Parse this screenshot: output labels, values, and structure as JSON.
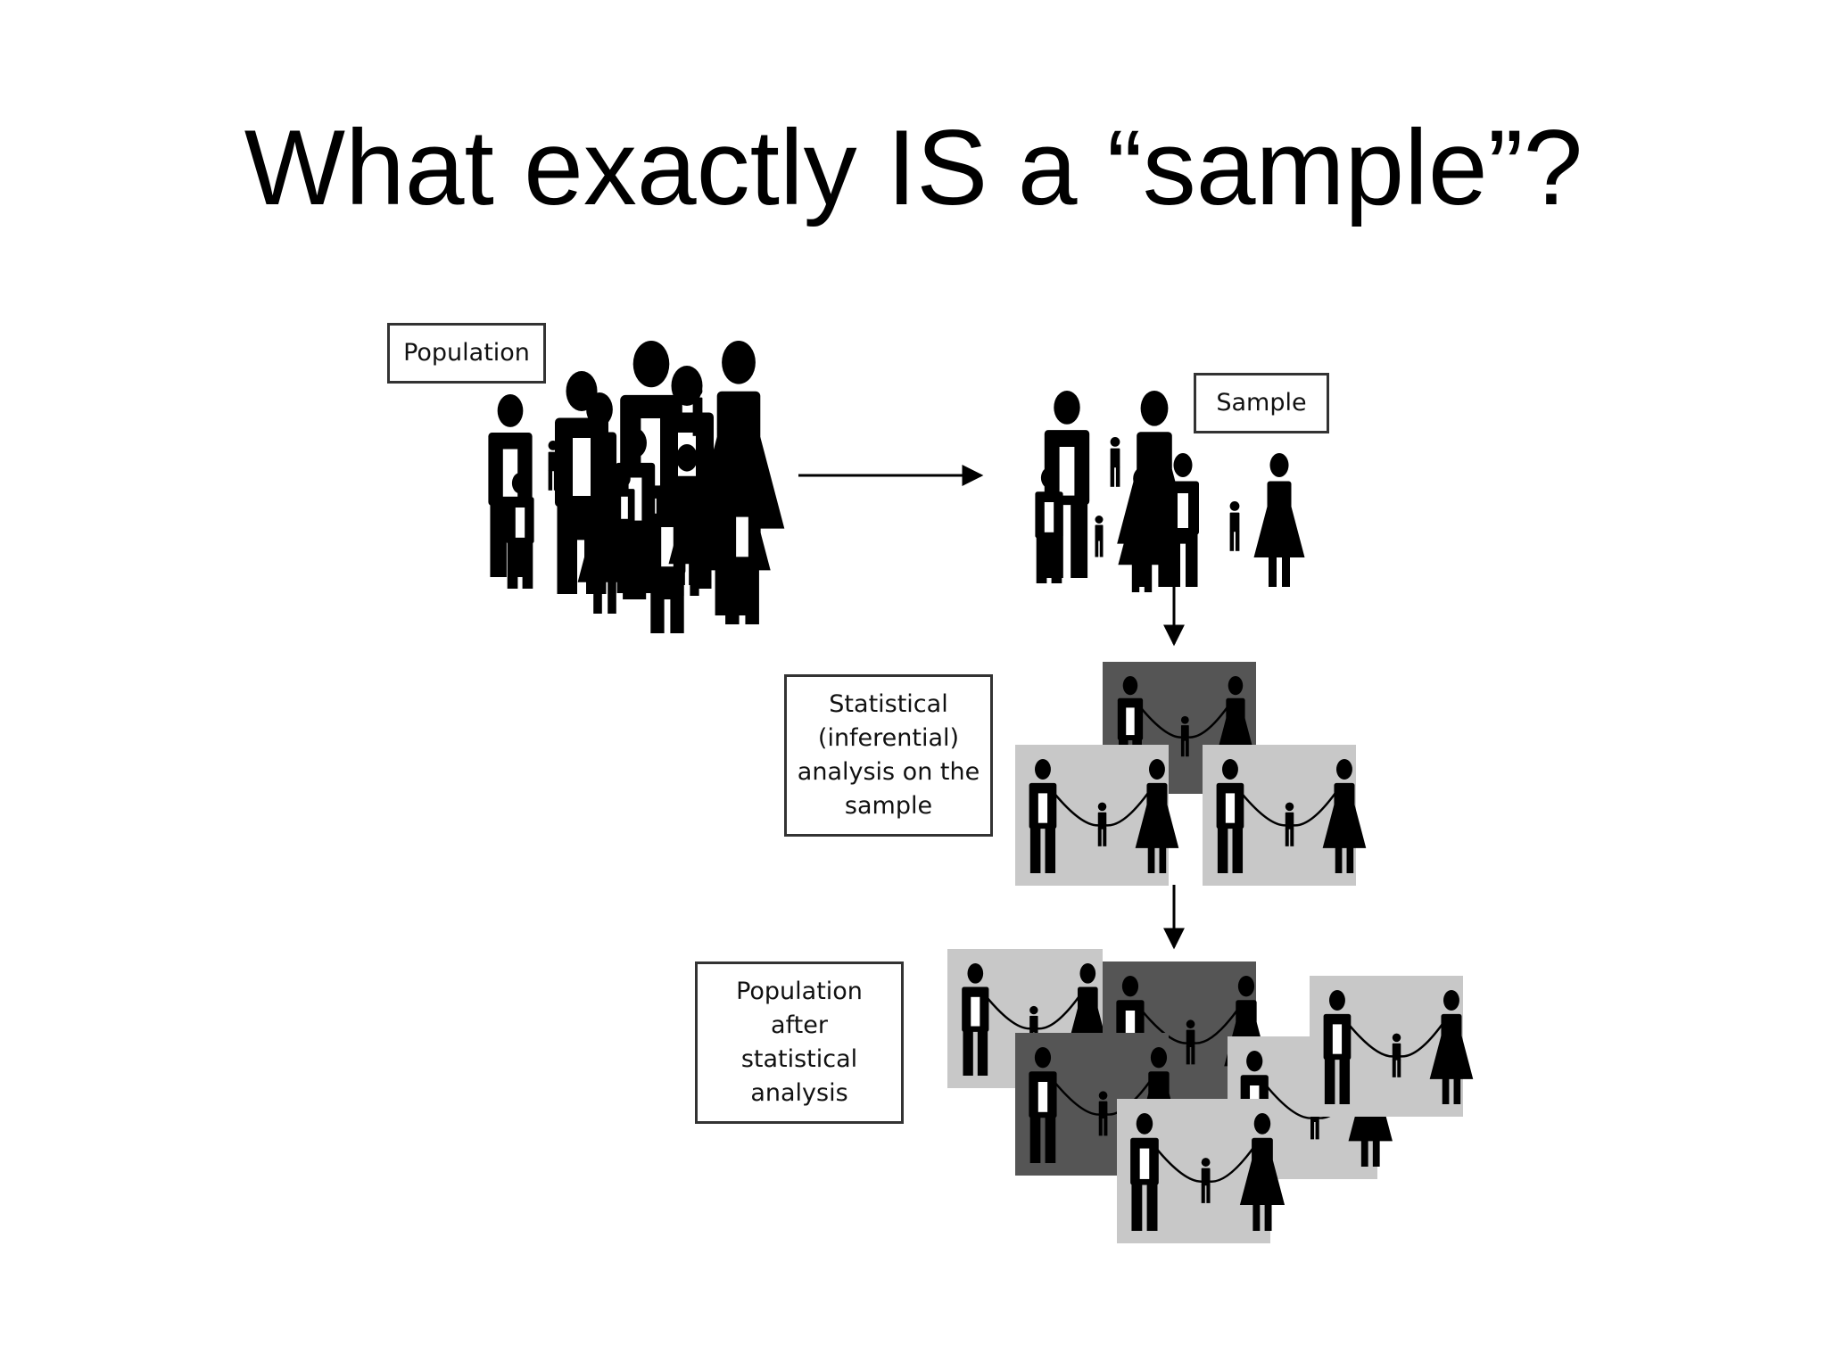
{
  "slide": {
    "title": "What exactly IS a “sample”?"
  },
  "diagram": {
    "labels": {
      "population": "Population",
      "sample": "Sample",
      "analysis": "Statistical\n(inferential)\nanalysis on the\nsample",
      "after": "Population\nafter\nstatistical\nanalysis"
    }
  },
  "colors": {
    "figure": "#000000",
    "panel_light": "#c8c8c8",
    "panel_dark": "#555555"
  },
  "icons": [
    "man-icon",
    "woman-icon",
    "child-icon",
    "arrow-right-icon",
    "arrow-down-icon"
  ]
}
